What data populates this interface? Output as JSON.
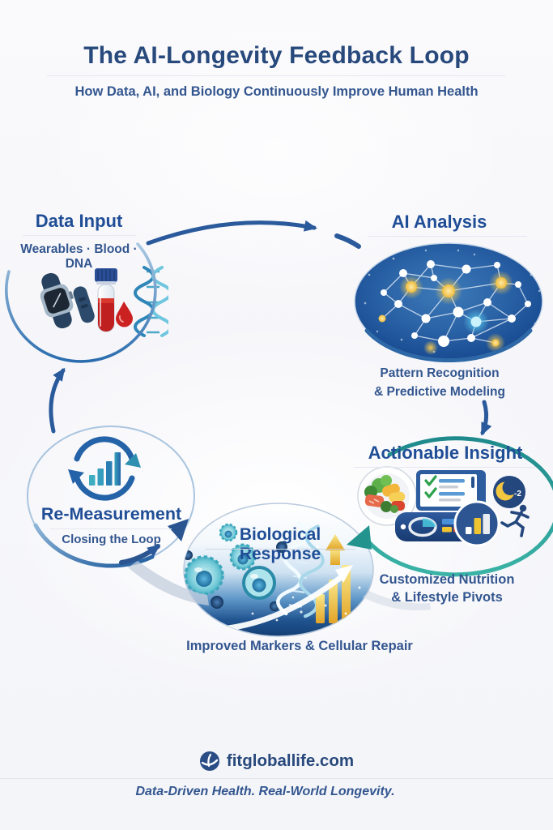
{
  "header": {
    "title": "The AI-Longevity Feedback Loop",
    "subtitle": "How Data, AI, and Biology Continuously Improve Human Health"
  },
  "nodes": {
    "data_input": {
      "title": "Data Input",
      "subtitle": "Wearables · Blood · DNA",
      "icons": [
        "smartwatch-icon",
        "blood-vial-icon",
        "blood-drop-icon",
        "dna-helix-icon"
      ]
    },
    "ai_analysis": {
      "title": "AI Analysis",
      "caption_line1": "Pattern Recognition",
      "caption_line2": "& Predictive Modeling",
      "icon": "neural-network-icon"
    },
    "actionable_insight": {
      "title": "Actionable Insight",
      "caption_line1": "Customized Nutrition",
      "caption_line2": "& Lifestyle Pivots",
      "moon_badge": "-2",
      "icons": [
        "healthy-meal-plate-icon",
        "checklist-tablet-icon",
        "sleep-moon-icon",
        "dashboard-gauge-icon",
        "bar-chart-badge-icon",
        "runner-icon"
      ]
    },
    "biological_response": {
      "title": "Biological Response",
      "caption": "Improved Markers & Cellular Repair",
      "icons": [
        "cells-icon",
        "dna-helix-icon",
        "rising-gold-bars-icon",
        "upward-arrow-icon"
      ]
    },
    "re_measurement": {
      "title": "Re-Measurement",
      "subtitle": "Closing the Loop",
      "icon": "refresh-cycle-bars-icon"
    }
  },
  "footer": {
    "site": "fitgloballife.com",
    "tagline": "Data-Driven Health. Real-World Longevity.",
    "logo_icon": "fitgloballife-logo-icon"
  },
  "colors": {
    "title": "#28497c",
    "heading": "#1f4d96",
    "subnavy": "#33568f",
    "navy": "#28497c",
    "arrow": "#2a5a9b",
    "teal": "#22918d",
    "gold": "#e8b92e",
    "blood_red": "#c01f1f",
    "cell_teal": "#59bccc",
    "network_bg": "#1a4d93",
    "background": "#f6f6fa"
  }
}
